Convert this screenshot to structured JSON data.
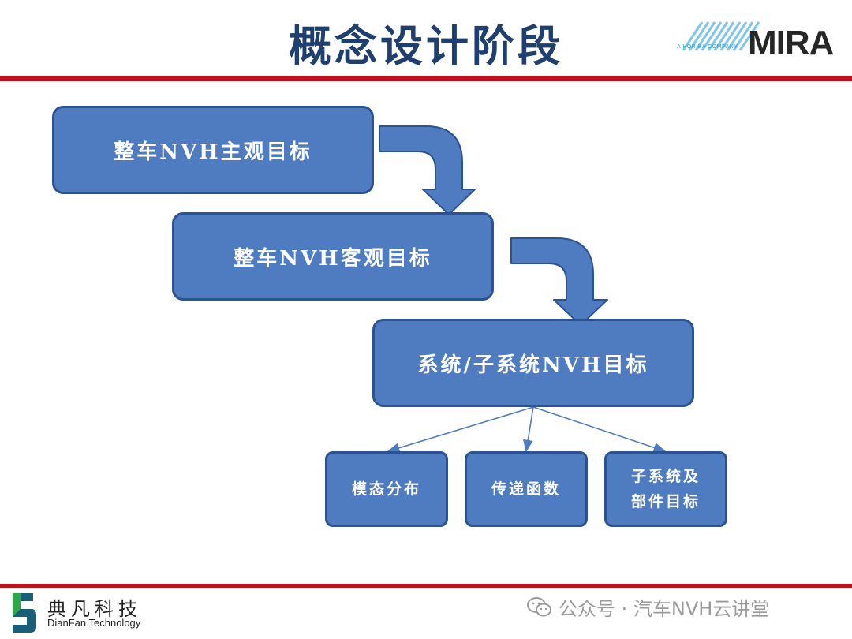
{
  "header": {
    "title": "概念设计阶段",
    "logo_text": "MIRA",
    "logo_subtext": "A HORIBA COMPANY"
  },
  "diagram": {
    "level1": "整车NVH主观目标",
    "level2": "整车NVH客观目标",
    "level3": "系统/子系统NVH目标",
    "leaves": {
      "modal": "模态分布",
      "transfer": "传递函数",
      "subsystem_line1": "子系统及",
      "subsystem_line2": "部件目标"
    }
  },
  "footer": {
    "company_cn": "典凡科技",
    "company_en": "DianFan Technology",
    "wechat_label": "公众号 · 汽车NVH云讲堂"
  },
  "colors": {
    "box_fill": "#4f7cc0",
    "box_border": "#2c5391",
    "rule_red": "#c0101c",
    "title_navy": "#1f3f6e"
  }
}
